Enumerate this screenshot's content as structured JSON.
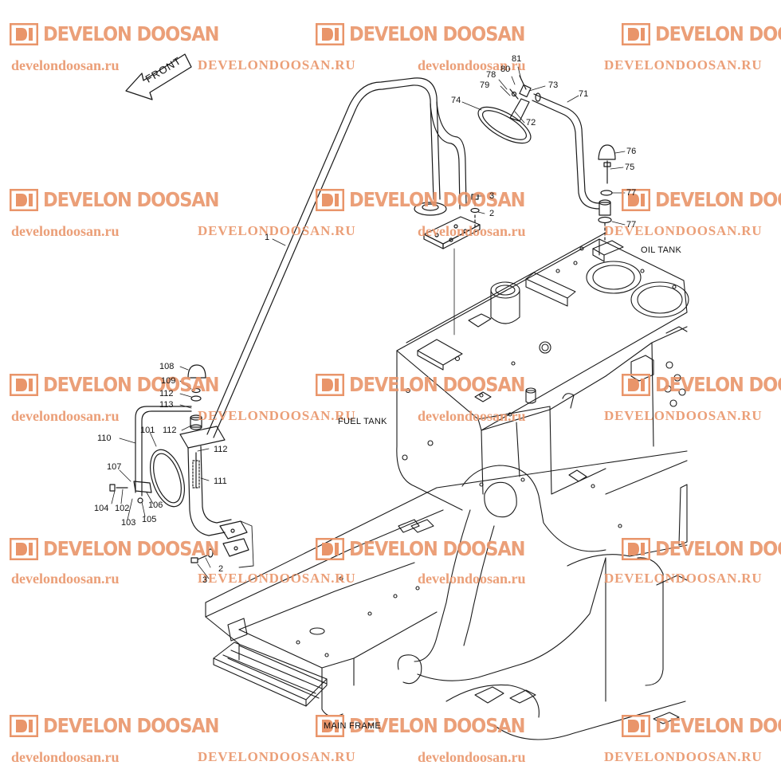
{
  "watermark": {
    "brand_name": "DEVELON DOOSAN",
    "url_lower": "develondoosan.ru",
    "url_upper": "DEVELONDOOSAN.RU",
    "color": "#e9956a"
  },
  "direction_arrow": {
    "label": "FRONT"
  },
  "area_labels": {
    "oil_tank": "OIL TANK",
    "fuel_tank": "FUEL TANK",
    "main_frame": "MAIN FRAME"
  },
  "part_numbers": {
    "p1": "1",
    "p2a": "2",
    "p3a": "3",
    "p2b": "2",
    "p3b": "3",
    "p71": "71",
    "p72": "72",
    "p73": "73",
    "p74": "74",
    "p75": "75",
    "p76": "76",
    "p77a": "77",
    "p77b": "77",
    "p78": "78",
    "p79": "79",
    "p80": "80",
    "p81": "81",
    "p101": "101",
    "p102": "102",
    "p103": "103",
    "p104": "104",
    "p105": "105",
    "p106": "106",
    "p107": "107",
    "p108": "108",
    "p109": "109",
    "p110": "110",
    "p111": "111",
    "p112a": "112",
    "p112b": "112",
    "p112c": "112",
    "p113": "113"
  }
}
